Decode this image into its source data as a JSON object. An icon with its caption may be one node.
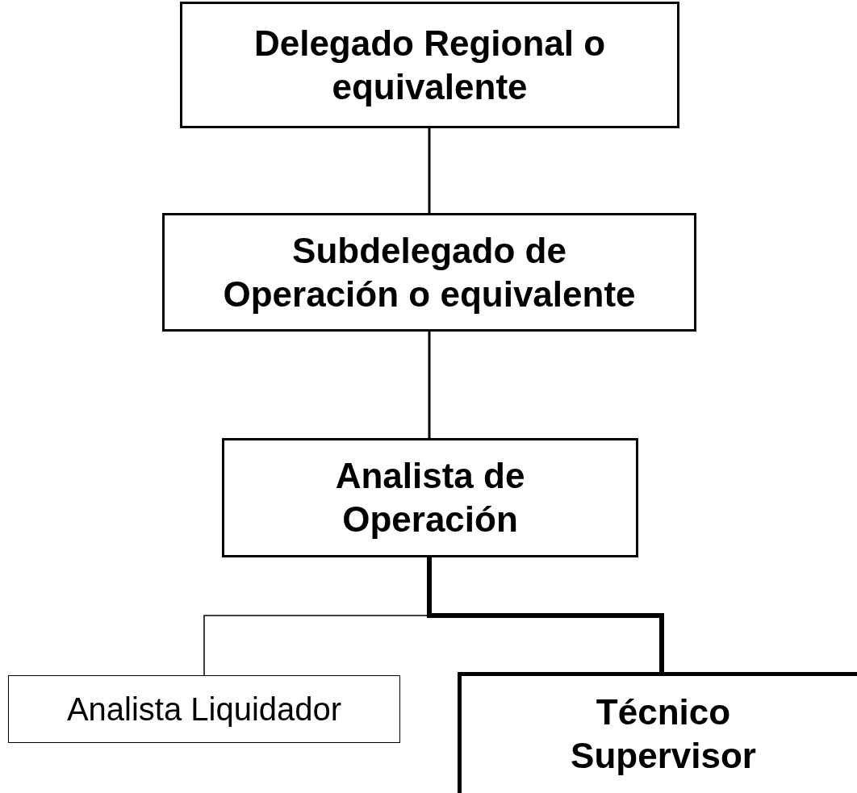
{
  "diagram": {
    "nodes": [
      {
        "text": [
          "Delegado Regional o equivalente"
        ]
      },
      {
        "text": [
          "Subdelegado de Operación o equivalente"
        ]
      },
      {
        "text": [
          "Analista de Operación"
        ]
      },
      {
        "text": [
          "Analista Liquidador"
        ]
      },
      {
        "text": [
          "Técnico Supervisor"
        ]
      }
    ],
    "edges": [
      {
        "from": 0,
        "to": 1,
        "arrow": "none"
      },
      {
        "from": 1,
        "to": 2,
        "arrow": "none"
      },
      {
        "from": 2,
        "to": 3,
        "arrow": "none"
      },
      {
        "from": 2,
        "to": 4,
        "arrow": "none",
        "style": "thick"
      }
    ]
  }
}
